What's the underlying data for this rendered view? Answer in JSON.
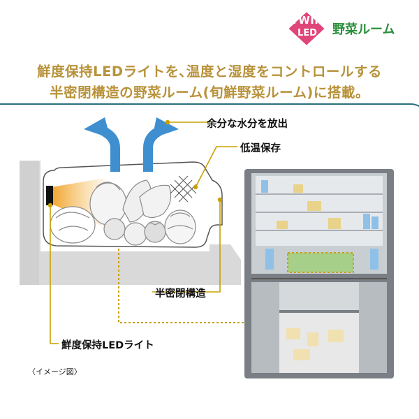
{
  "badge": {
    "twin": "TWIN",
    "led": "LED",
    "name": "野菜ルーム"
  },
  "headline": {
    "line1": "鮮度保持LEDライトを､温度と湿度をコントロールする",
    "line2": "半密閉構造の野菜ルーム(旬鮮野菜ルーム)に搭載。"
  },
  "callouts": {
    "moisture": "余分な水分を放出",
    "low_temp": "低温保存",
    "semi_sealed": "半密閉構造",
    "led_light": "鮮度保持LEDライト"
  },
  "note": "〈イメージ図〉",
  "colors": {
    "accent_gold": "#b8923a",
    "panel_border": "#2b6e80",
    "arrow_blue": "#3f8fd0",
    "badge_pink": "#e0457a",
    "badge_green": "#2a8f3a"
  }
}
